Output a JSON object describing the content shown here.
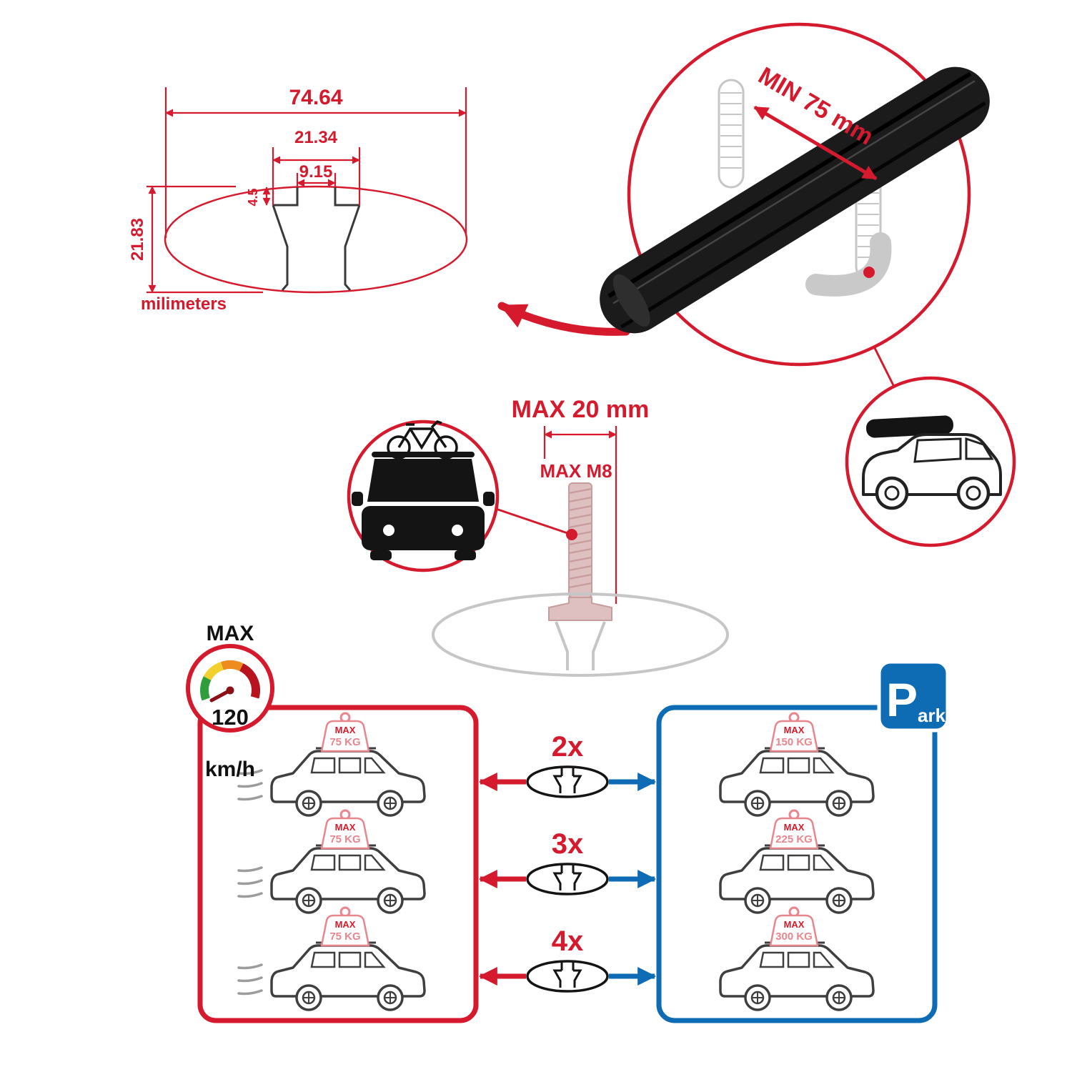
{
  "palette": {
    "red": "#d61a2e",
    "light_red": "#e8858d",
    "blue": "#0e6cb4",
    "bar_black": "#1b1b1b",
    "outline_gray": "#3f3f3f",
    "ghost_gray": "#c6c6c6",
    "gauge_green": "#2e9e3c",
    "gauge_yellow": "#f2d12e",
    "gauge_orange": "#ef8c1f",
    "gauge_red": "#b81420"
  },
  "technical_drawing": {
    "total_width": "74.64",
    "channel_width": "21.34",
    "slot_width": "9.15",
    "slot_depth": "4.5",
    "profile_height": "21.83",
    "units_label": "milimeters"
  },
  "crossbar_view": {
    "min_span_label": "MIN 75 mm"
  },
  "bolt_view": {
    "head_limit": "MAX 20 mm",
    "thread_limit": "MAX M8"
  },
  "speed_gauge": {
    "title": "MAX",
    "value": "120",
    "unit": "km/h"
  },
  "park_sign": {
    "letter": "P",
    "rest": "ark"
  },
  "load_chart": {
    "driving": [
      {
        "label": "MAX",
        "value": "75 KG"
      },
      {
        "label": "MAX",
        "value": "75 KG"
      },
      {
        "label": "MAX",
        "value": "75 KG"
      }
    ],
    "parked": [
      {
        "label": "MAX",
        "value": "150 KG"
      },
      {
        "label": "MAX",
        "value": "225 KG"
      },
      {
        "label": "MAX",
        "value": "300 KG"
      }
    ],
    "multipliers": [
      "2x",
      "3x",
      "4x"
    ]
  }
}
